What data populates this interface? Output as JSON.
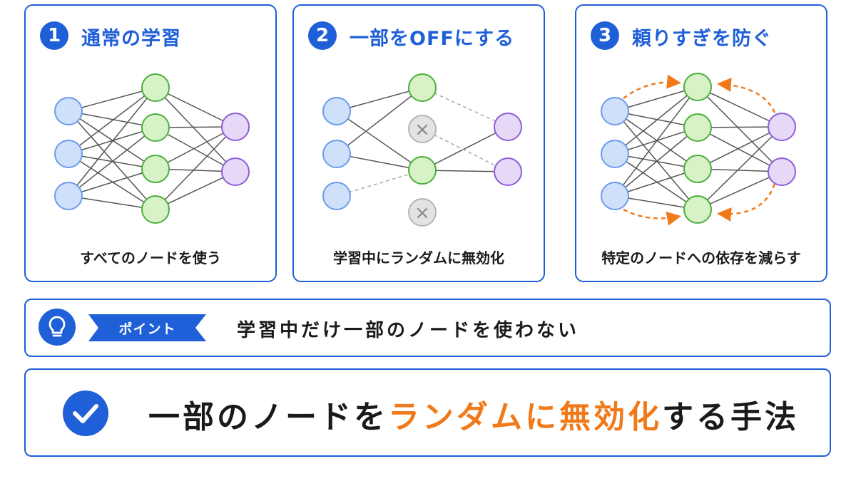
{
  "panels": [
    {
      "number": "1",
      "title": "通常の学習",
      "caption": "すべてのノードを使う"
    },
    {
      "number": "2",
      "title": "一部をOFFにする",
      "caption": "学習中にランダムに無効化"
    },
    {
      "number": "3",
      "title": "頼りすぎを防ぐ",
      "caption": "特定のノードへの依存を減らす"
    }
  ],
  "point": {
    "tag": "ポイント",
    "text": "学習中だけ一部のノードを使わない"
  },
  "summary": {
    "before": "一部のノードを",
    "highlight": "ランダムに無効化",
    "after": "する手法"
  },
  "colors": {
    "accent": "#1f5fd8",
    "highlight": "#f07a1a",
    "input_node": "#cfe0fb",
    "hidden_node": "#d6f2c6",
    "output_node": "#e6d9f7",
    "dropped_node": "#e3e3e3"
  },
  "icons": {
    "drop": "×",
    "point": "lightbulb-icon",
    "summary": "check-icon"
  }
}
